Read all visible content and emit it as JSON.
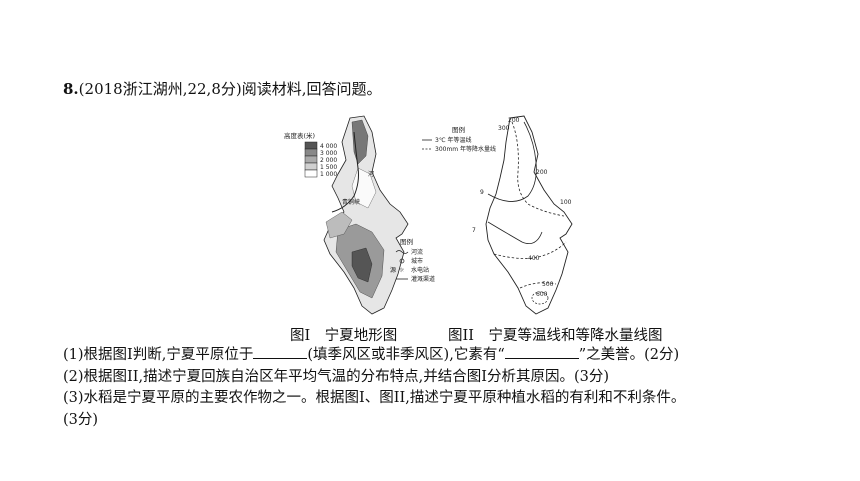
{
  "question": {
    "number": "8.",
    "title_rest": "(2018浙江湖州,22,8分)阅读材料,回答问题。"
  },
  "map1": {
    "legend_title": "高度表(米)",
    "elevations": [
      "4 000",
      "3 000",
      "2 000",
      "1 500",
      "1 000"
    ],
    "legend2_title": "图例",
    "legend2_items": [
      "河流",
      "城市",
      "水电站",
      "灌溉渠道"
    ],
    "place_labels": [
      "河",
      "青铜峡",
      "源"
    ]
  },
  "map2": {
    "legend_title": "图例",
    "legend_items": [
      "3℃   年等温线",
      "300mm 年等降水量线"
    ],
    "isolines": [
      "200",
      "300",
      "200",
      "9",
      "100",
      "7",
      "400",
      "500",
      "600"
    ]
  },
  "captions": {
    "fig1": "图I　宁夏地形图",
    "fig2": "图II　宁夏等温线和等降水量线图"
  },
  "lines": {
    "q1_a": "(1)根据图I判断,宁夏平原位于",
    "q1_b": "(填季风区或非季风区),它素有“",
    "q1_c": "”之美誉。(2分)",
    "q2": "(2)根据图II,描述宁夏回族自治区年平均气温的分布特点,并结合图I分析其原因。(3分)",
    "q3": "(3)水稻是宁夏平原的主要农作物之一。根据图I、图II,描述宁夏平原种植水稻的有利和不利条件。",
    "q3_score": "(3分)"
  }
}
